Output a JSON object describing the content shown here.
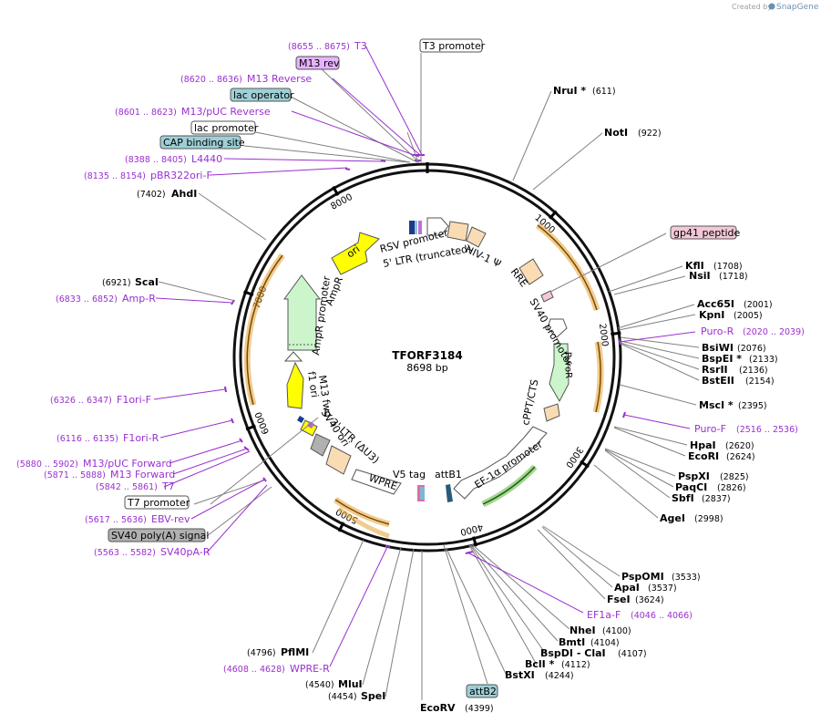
{
  "watermark": {
    "created_by": "Created by",
    "brand": "SnapGene"
  },
  "plasmid": {
    "name": "TFORF3184",
    "length": "8698 bp"
  },
  "ticks": [
    {
      "label": "1000",
      "pos": 1000
    },
    {
      "label": "2000",
      "pos": 2000
    },
    {
      "label": "3000",
      "pos": 3000
    },
    {
      "label": "4000",
      "pos": 4000
    },
    {
      "label": "5000",
      "pos": 5000
    },
    {
      "label": "6000",
      "pos": 6000
    },
    {
      "label": "7000",
      "pos": 7000
    },
    {
      "label": "8000",
      "pos": 8000
    }
  ],
  "sites_right": [
    {
      "name": "NruI *",
      "pos": "(611)"
    },
    {
      "name": "NotI",
      "pos": "(922)"
    },
    {
      "name": "KflI",
      "pos": "(1708)"
    },
    {
      "name": "NsiI",
      "pos": "(1718)"
    },
    {
      "name": "Acc65I",
      "pos": "(2001)"
    },
    {
      "name": "KpnI",
      "pos": "(2005)"
    },
    {
      "name": "BsiWI",
      "pos": "(2076)"
    },
    {
      "name": "BspEI *",
      "pos": "(2133)"
    },
    {
      "name": "RsrII",
      "pos": "(2136)"
    },
    {
      "name": "BstEII",
      "pos": "(2154)"
    },
    {
      "name": "MscI *",
      "pos": "(2395)"
    },
    {
      "name": "HpaI",
      "pos": "(2620)"
    },
    {
      "name": "EcoRI",
      "pos": "(2624)"
    },
    {
      "name": "PspXI",
      "pos": "(2825)"
    },
    {
      "name": "PaqCI",
      "pos": "(2826)"
    },
    {
      "name": "SbfI",
      "pos": "(2837)"
    },
    {
      "name": "AgeI",
      "pos": "(2998)"
    },
    {
      "name": "PspOMI",
      "pos": "(3533)"
    },
    {
      "name": "ApaI",
      "pos": "(3537)"
    },
    {
      "name": "FseI",
      "pos": "(3624)"
    },
    {
      "name": "NheI",
      "pos": "(4100)"
    },
    {
      "name": "BmtI",
      "pos": "(4104)"
    },
    {
      "name": "BspDI - ClaI",
      "pos": "(4107)"
    },
    {
      "name": "BclI *",
      "pos": "(4112)"
    },
    {
      "name": "BstXI",
      "pos": "(4244)"
    },
    {
      "name": "EcoRV",
      "pos": "(4399)"
    }
  ],
  "sites_left": [
    {
      "name": "AhdI",
      "pos": "(7402)"
    },
    {
      "name": "ScaI",
      "pos": "(6921)"
    },
    {
      "name": "PflMI",
      "pos": "(4796)"
    },
    {
      "name": "MluI",
      "pos": "(4540)"
    },
    {
      "name": "SpeI",
      "pos": "(4454)"
    }
  ],
  "primers": [
    {
      "name": "T3",
      "range": "(8655 .. 8675)"
    },
    {
      "name": "M13 Reverse",
      "range": "(8620 .. 8636)"
    },
    {
      "name": "M13/pUC Reverse",
      "range": "(8601 .. 8623)"
    },
    {
      "name": "L4440",
      "range": "(8388 .. 8405)"
    },
    {
      "name": "pBR322ori-F",
      "range": "(8135 .. 8154)"
    },
    {
      "name": "Amp-R",
      "range": "(6833 .. 6852)"
    },
    {
      "name": "F1ori-F",
      "range": "(6326 .. 6347)"
    },
    {
      "name": "F1ori-R",
      "range": "(6116 .. 6135)"
    },
    {
      "name": "M13/pUC Forward",
      "range": "(5880 .. 5902)"
    },
    {
      "name": "M13 Forward",
      "range": "(5871 .. 5888)"
    },
    {
      "name": "T7",
      "range": "(5842 .. 5861)"
    },
    {
      "name": "EBV-rev",
      "range": "(5617 .. 5636)"
    },
    {
      "name": "SV40pA-R",
      "range": "(5563 .. 5582)"
    },
    {
      "name": "WPRE-R",
      "range": "(4608 .. 4628)"
    },
    {
      "name": "Puro-R",
      "range": "(2020 .. 2039)"
    },
    {
      "name": "Puro-F",
      "range": "(2516 .. 2536)"
    },
    {
      "name": "EF1a-F",
      "range": "(4046 .. 4066)"
    }
  ],
  "boxed_labels": [
    {
      "name": "T3 promoter",
      "style": "white"
    },
    {
      "name": "M13 rev",
      "style": "purple"
    },
    {
      "name": "lac operator",
      "style": "teal"
    },
    {
      "name": "lac promoter",
      "style": "white"
    },
    {
      "name": "CAP binding site",
      "style": "teal"
    },
    {
      "name": "gp41 peptide",
      "style": "pink"
    },
    {
      "name": "T7 promoter",
      "style": "white"
    },
    {
      "name": "SV40 poly(A) signal",
      "style": "gray"
    },
    {
      "name": "attB2",
      "style": "teal"
    }
  ],
  "features_inner": [
    {
      "name": "RSV promoter"
    },
    {
      "name": "5' LTR (truncated)"
    },
    {
      "name": "HIV-1 Ψ"
    },
    {
      "name": "RRE"
    },
    {
      "name": "SV40 promoter"
    },
    {
      "name": "PuroR"
    },
    {
      "name": "cPPT/CTS"
    },
    {
      "name": "EF-1α promoter"
    },
    {
      "name": "attB1"
    },
    {
      "name": "V5 tag"
    },
    {
      "name": "WPRE"
    },
    {
      "name": "3' LTR (ΔU3)"
    },
    {
      "name": "SV40 ori"
    },
    {
      "name": "M13 fwd"
    },
    {
      "name": "f1 ori"
    },
    {
      "name": "AmpR promoter"
    },
    {
      "name": "AmpR"
    },
    {
      "name": "ori"
    }
  ],
  "colors": {
    "primer": "#9a2fd0",
    "backbone": "#111111",
    "orf_arrow": "#e6a233",
    "ori": "#ffff00",
    "ampr": "#ccf5cc",
    "cds": "#fadcb4",
    "teal": "#9ecfd6",
    "gray": "#b0b0b0",
    "pink": "#f3c8d8",
    "purple_box": "#e7b2ff"
  }
}
